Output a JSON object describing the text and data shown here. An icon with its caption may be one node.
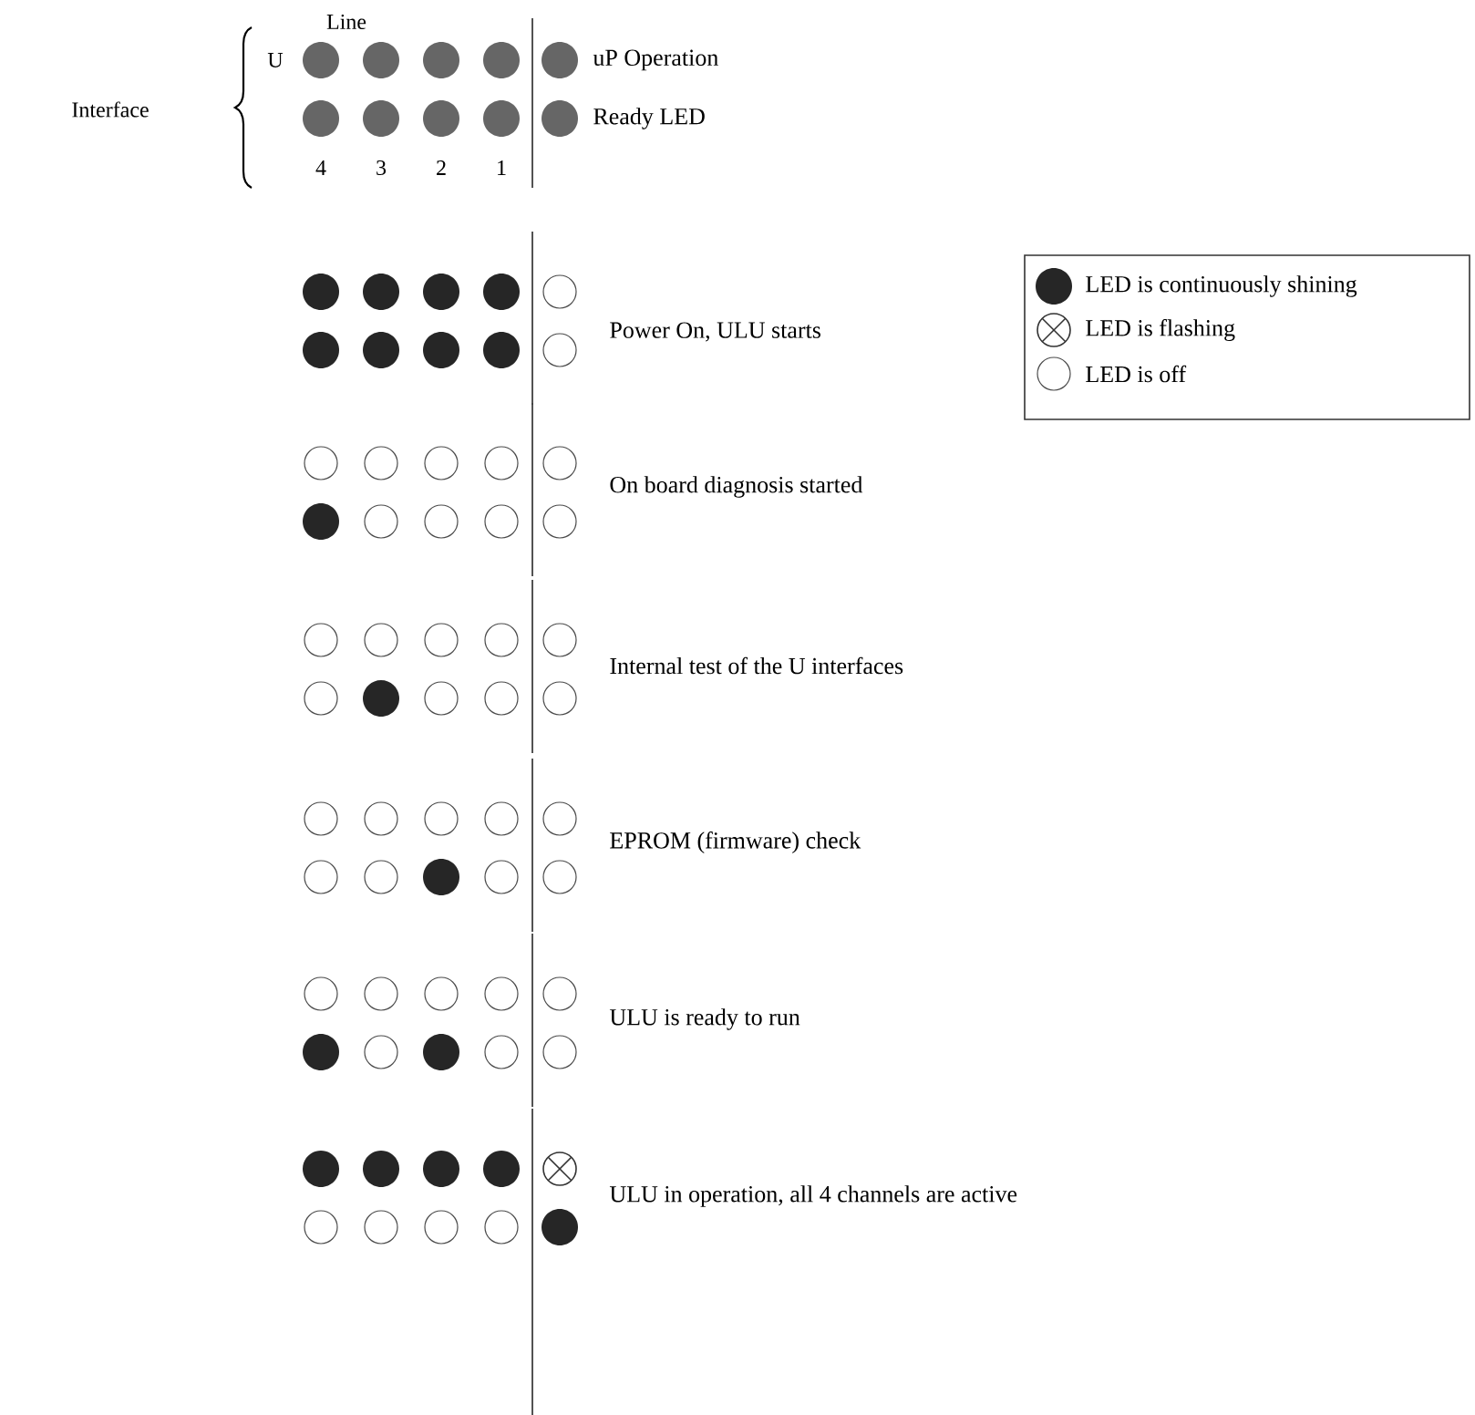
{
  "diagram": {
    "labels": [
      "Line",
      "Interface",
      "U",
      "uP Operation",
      "Ready LED",
      "4",
      "3",
      "2",
      "1",
      "Power On, ULU starts",
      "On board diagnosis started",
      "Internal test of the U interfaces",
      "EPROM (firmware) check",
      "ULU is ready to run",
      "ULU in operation, all 4 channels are active"
    ],
    "legend": [
      {
        "text": "LED is continuously shining"
      },
      {
        "text": "LED is flashing"
      },
      {
        "text": "LED is off"
      }
    ]
  }
}
